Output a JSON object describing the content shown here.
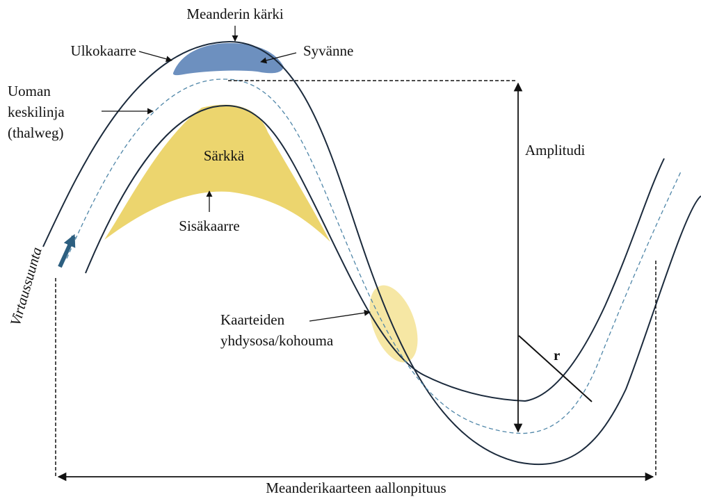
{
  "colors": {
    "bank_line": "#1b2a3c",
    "centerline": "#4f86a8",
    "pool_fill": "#6d90bf",
    "bar_fill": "#ecd56e",
    "riffle_fill": "#f6e7a4",
    "flow_arrow": "#2d5f80",
    "measure_line": "#111111",
    "text": "#111111"
  },
  "labels": {
    "meander_apex": "Meanderin kärki",
    "outer_bank": "Ulkokaarre",
    "pool": "Syvänne",
    "centerline_line1": "Uoman",
    "centerline_line2": "keskilinja",
    "centerline_line3": "(thalweg)",
    "point_bar": "Särkkä",
    "inner_bank": "Sisäkaarre",
    "amplitude": "Amplitudi",
    "riffle_line1": "Kaarteiden",
    "riffle_line2": "yhdysosa/kohouma",
    "radius": "r",
    "flow_direction": "Virtaussuunta",
    "wavelength": "Meanderikaarteen aallonpituus"
  },
  "icons": {
    "flow_arrow": "arrow-up-right-icon",
    "label_pointer": "arrow-pointer-icon"
  }
}
